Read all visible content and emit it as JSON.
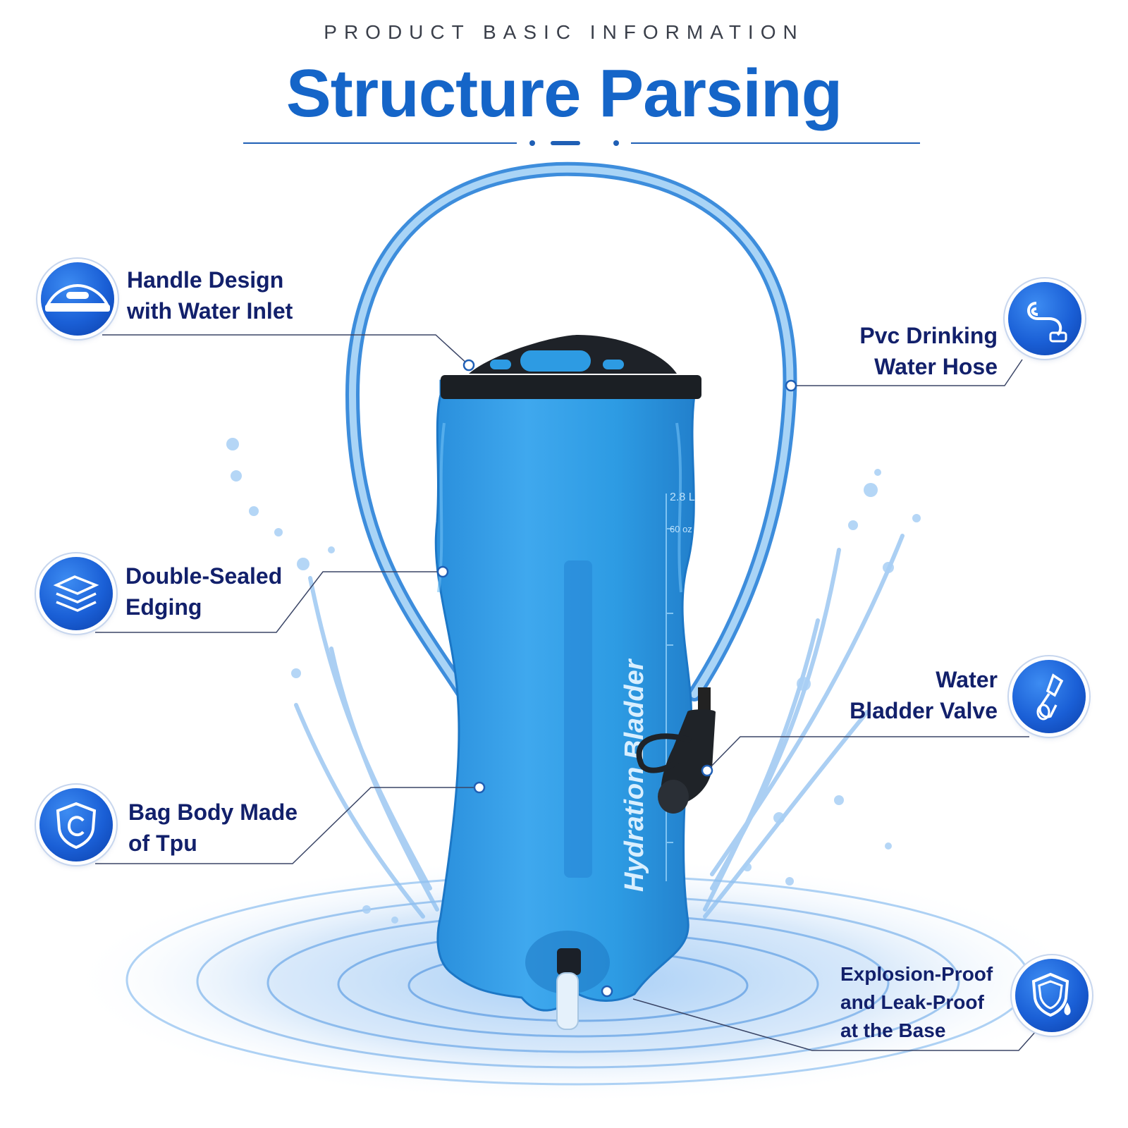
{
  "header": {
    "eyebrow": "PRODUCT BASIC INFORMATION",
    "title": "Structure Parsing"
  },
  "product": {
    "brand_text": "Hydration Bladder",
    "capacity_mark": "2.8 L",
    "oz_mark": "60 oz"
  },
  "colors": {
    "accent": "#1565c8",
    "label_text": "#12206b",
    "bladder": "#2d9be3",
    "hose": "#5aaee8"
  },
  "features": [
    {
      "lines": [
        "Handle Design",
        "with Water Inlet"
      ],
      "icon": "handle-icon"
    },
    {
      "lines": [
        "Pvc Drinking",
        "Water Hose"
      ],
      "icon": "hose-icon"
    },
    {
      "lines": [
        "Double-Sealed",
        "Edging"
      ],
      "icon": "layers-icon"
    },
    {
      "lines": [
        "Water",
        "Bladder Valve"
      ],
      "icon": "valve-icon"
    },
    {
      "lines": [
        "Bag Body Made",
        "of Tpu"
      ],
      "icon": "shield-icon"
    },
    {
      "lines": [
        "Explosion-Proof",
        "and Leak-Proof",
        "at the Base"
      ],
      "icon": "drop-shield-icon"
    }
  ]
}
